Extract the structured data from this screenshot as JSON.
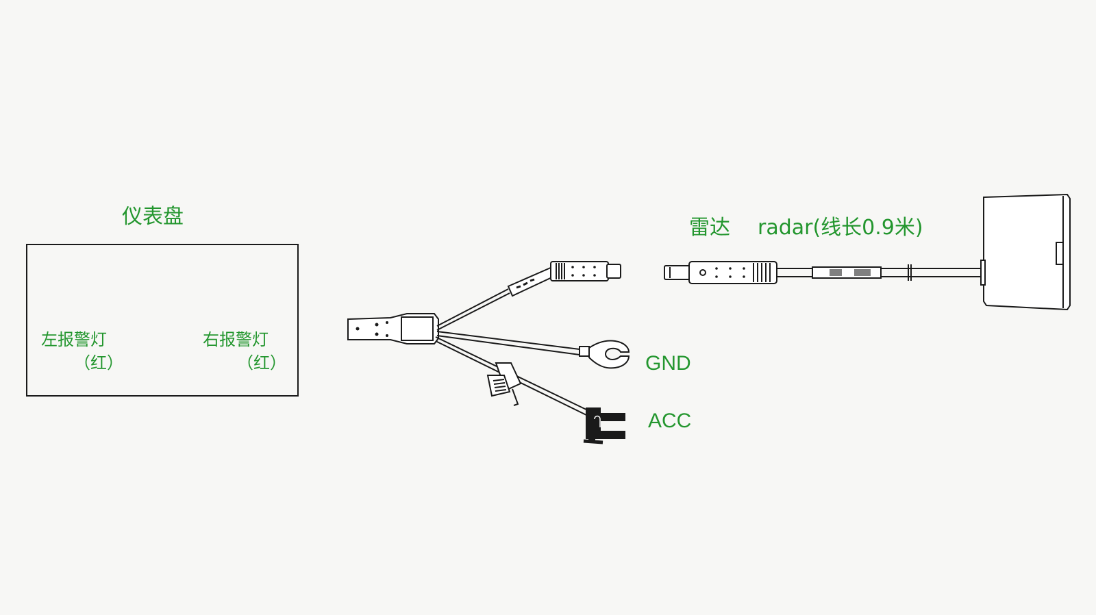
{
  "colors": {
    "label": "#23962e",
    "line": "#1a1a1a",
    "background": "#f7f7f5"
  },
  "dashboard": {
    "title": "仪表盘",
    "left_lamp": {
      "label": "左报警灯",
      "color_note": "（红）"
    },
    "right_lamp": {
      "label": "右报警灯",
      "color_note": "（红）"
    }
  },
  "harness": {
    "gnd_label": "GND",
    "acc_label": "ACC"
  },
  "radar": {
    "label_cn": "雷达",
    "label_en": "radar(线长0.9米)"
  }
}
